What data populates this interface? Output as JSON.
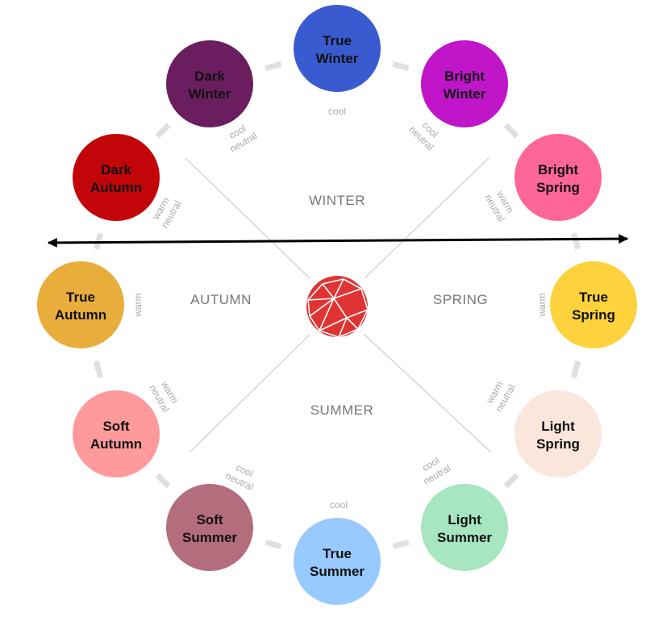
{
  "seasons": [
    {
      "id": "winter",
      "label": "WINTER"
    },
    {
      "id": "autumn",
      "label": "AUTUMN"
    },
    {
      "id": "spring",
      "label": "SPRING"
    },
    {
      "id": "summer",
      "label": "SUMMER"
    }
  ],
  "palettes": [
    {
      "id": "true-winter",
      "lines": [
        "True",
        "Winter"
      ],
      "color": "#3a5bcf"
    },
    {
      "id": "bright-winter",
      "lines": [
        "Bright",
        "Winter"
      ],
      "color": "#c015c9"
    },
    {
      "id": "bright-spring",
      "lines": [
        "Bright",
        "Spring"
      ],
      "color": "#fe6598"
    },
    {
      "id": "true-spring",
      "lines": [
        "True",
        "Spring"
      ],
      "color": "#fed23d"
    },
    {
      "id": "light-spring",
      "lines": [
        "Light",
        "Spring"
      ],
      "color": "#fbe6db"
    },
    {
      "id": "light-summer",
      "lines": [
        "Light",
        "Summer"
      ],
      "color": "#a7e6c0"
    },
    {
      "id": "true-summer",
      "lines": [
        "True",
        "Summer"
      ],
      "color": "#98c9ff"
    },
    {
      "id": "soft-summer",
      "lines": [
        "Soft",
        "Summer"
      ],
      "color": "#b36d7c"
    },
    {
      "id": "soft-autumn",
      "lines": [
        "Soft",
        "Autumn"
      ],
      "color": "#fe9a9b"
    },
    {
      "id": "true-autumn",
      "lines": [
        "True",
        "Autumn"
      ],
      "color": "#e9ad3b"
    },
    {
      "id": "dark-autumn",
      "lines": [
        "Dark",
        "Autumn"
      ],
      "color": "#c20509"
    },
    {
      "id": "dark-winter",
      "lines": [
        "Dark",
        "Winter"
      ],
      "color": "#6b1e5f"
    }
  ],
  "tones": [
    {
      "id": "tone-top",
      "lines": [
        "cool"
      ]
    },
    {
      "id": "tone-top-right",
      "lines": [
        "cool",
        "neutral"
      ]
    },
    {
      "id": "tone-upper-right",
      "lines": [
        "warm",
        "neutral"
      ]
    },
    {
      "id": "tone-right",
      "lines": [
        "warm"
      ]
    },
    {
      "id": "tone-lower-right",
      "lines": [
        "warm",
        "neutral"
      ]
    },
    {
      "id": "tone-bottom-right",
      "lines": [
        "cool",
        "neutral"
      ]
    },
    {
      "id": "tone-bottom",
      "lines": [
        "cool"
      ]
    },
    {
      "id": "tone-bottom-left",
      "lines": [
        "cool",
        "neutral"
      ]
    },
    {
      "id": "tone-lower-left",
      "lines": [
        "warm",
        "neutral"
      ]
    },
    {
      "id": "tone-left",
      "lines": [
        "warm"
      ]
    },
    {
      "id": "tone-upper-left",
      "lines": [
        "warm",
        "neutral"
      ]
    },
    {
      "id": "tone-top-left",
      "lines": [
        "cool",
        "neutral"
      ]
    }
  ],
  "colors": {
    "connector": "#e0e0e0",
    "divider": "#cccccc",
    "axis_arrow": "#000000",
    "logo": "#e03434"
  },
  "icons": {
    "center": "low-poly-logo-icon",
    "axis": "double-headed-arrow-icon"
  }
}
